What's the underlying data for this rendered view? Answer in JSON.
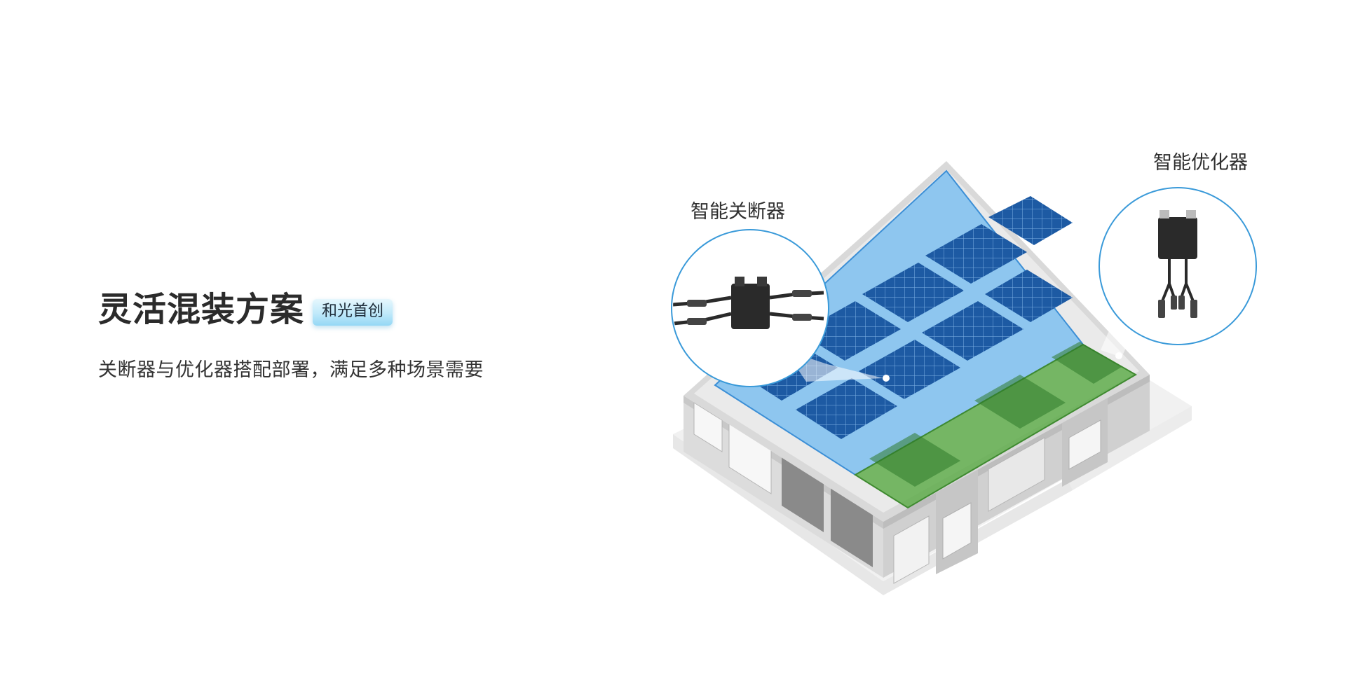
{
  "heading": {
    "title": "灵活混装方案",
    "badge": "和光首创",
    "subtitle": "关断器与优化器搭配部署，满足多种场景需要"
  },
  "callouts": {
    "switch_label": "智能关断器",
    "optimizer_label": "智能优化器"
  },
  "colors": {
    "title_text": "#2b2b2b",
    "badge_bg": "#bfe9fa",
    "panel_blue": "#1f5fa8",
    "roof_blue": "#5fb3e8",
    "roof_green": "#4a9a3a",
    "circle_border": "#3a9ad9",
    "building_gray": "#d4d4d4"
  }
}
